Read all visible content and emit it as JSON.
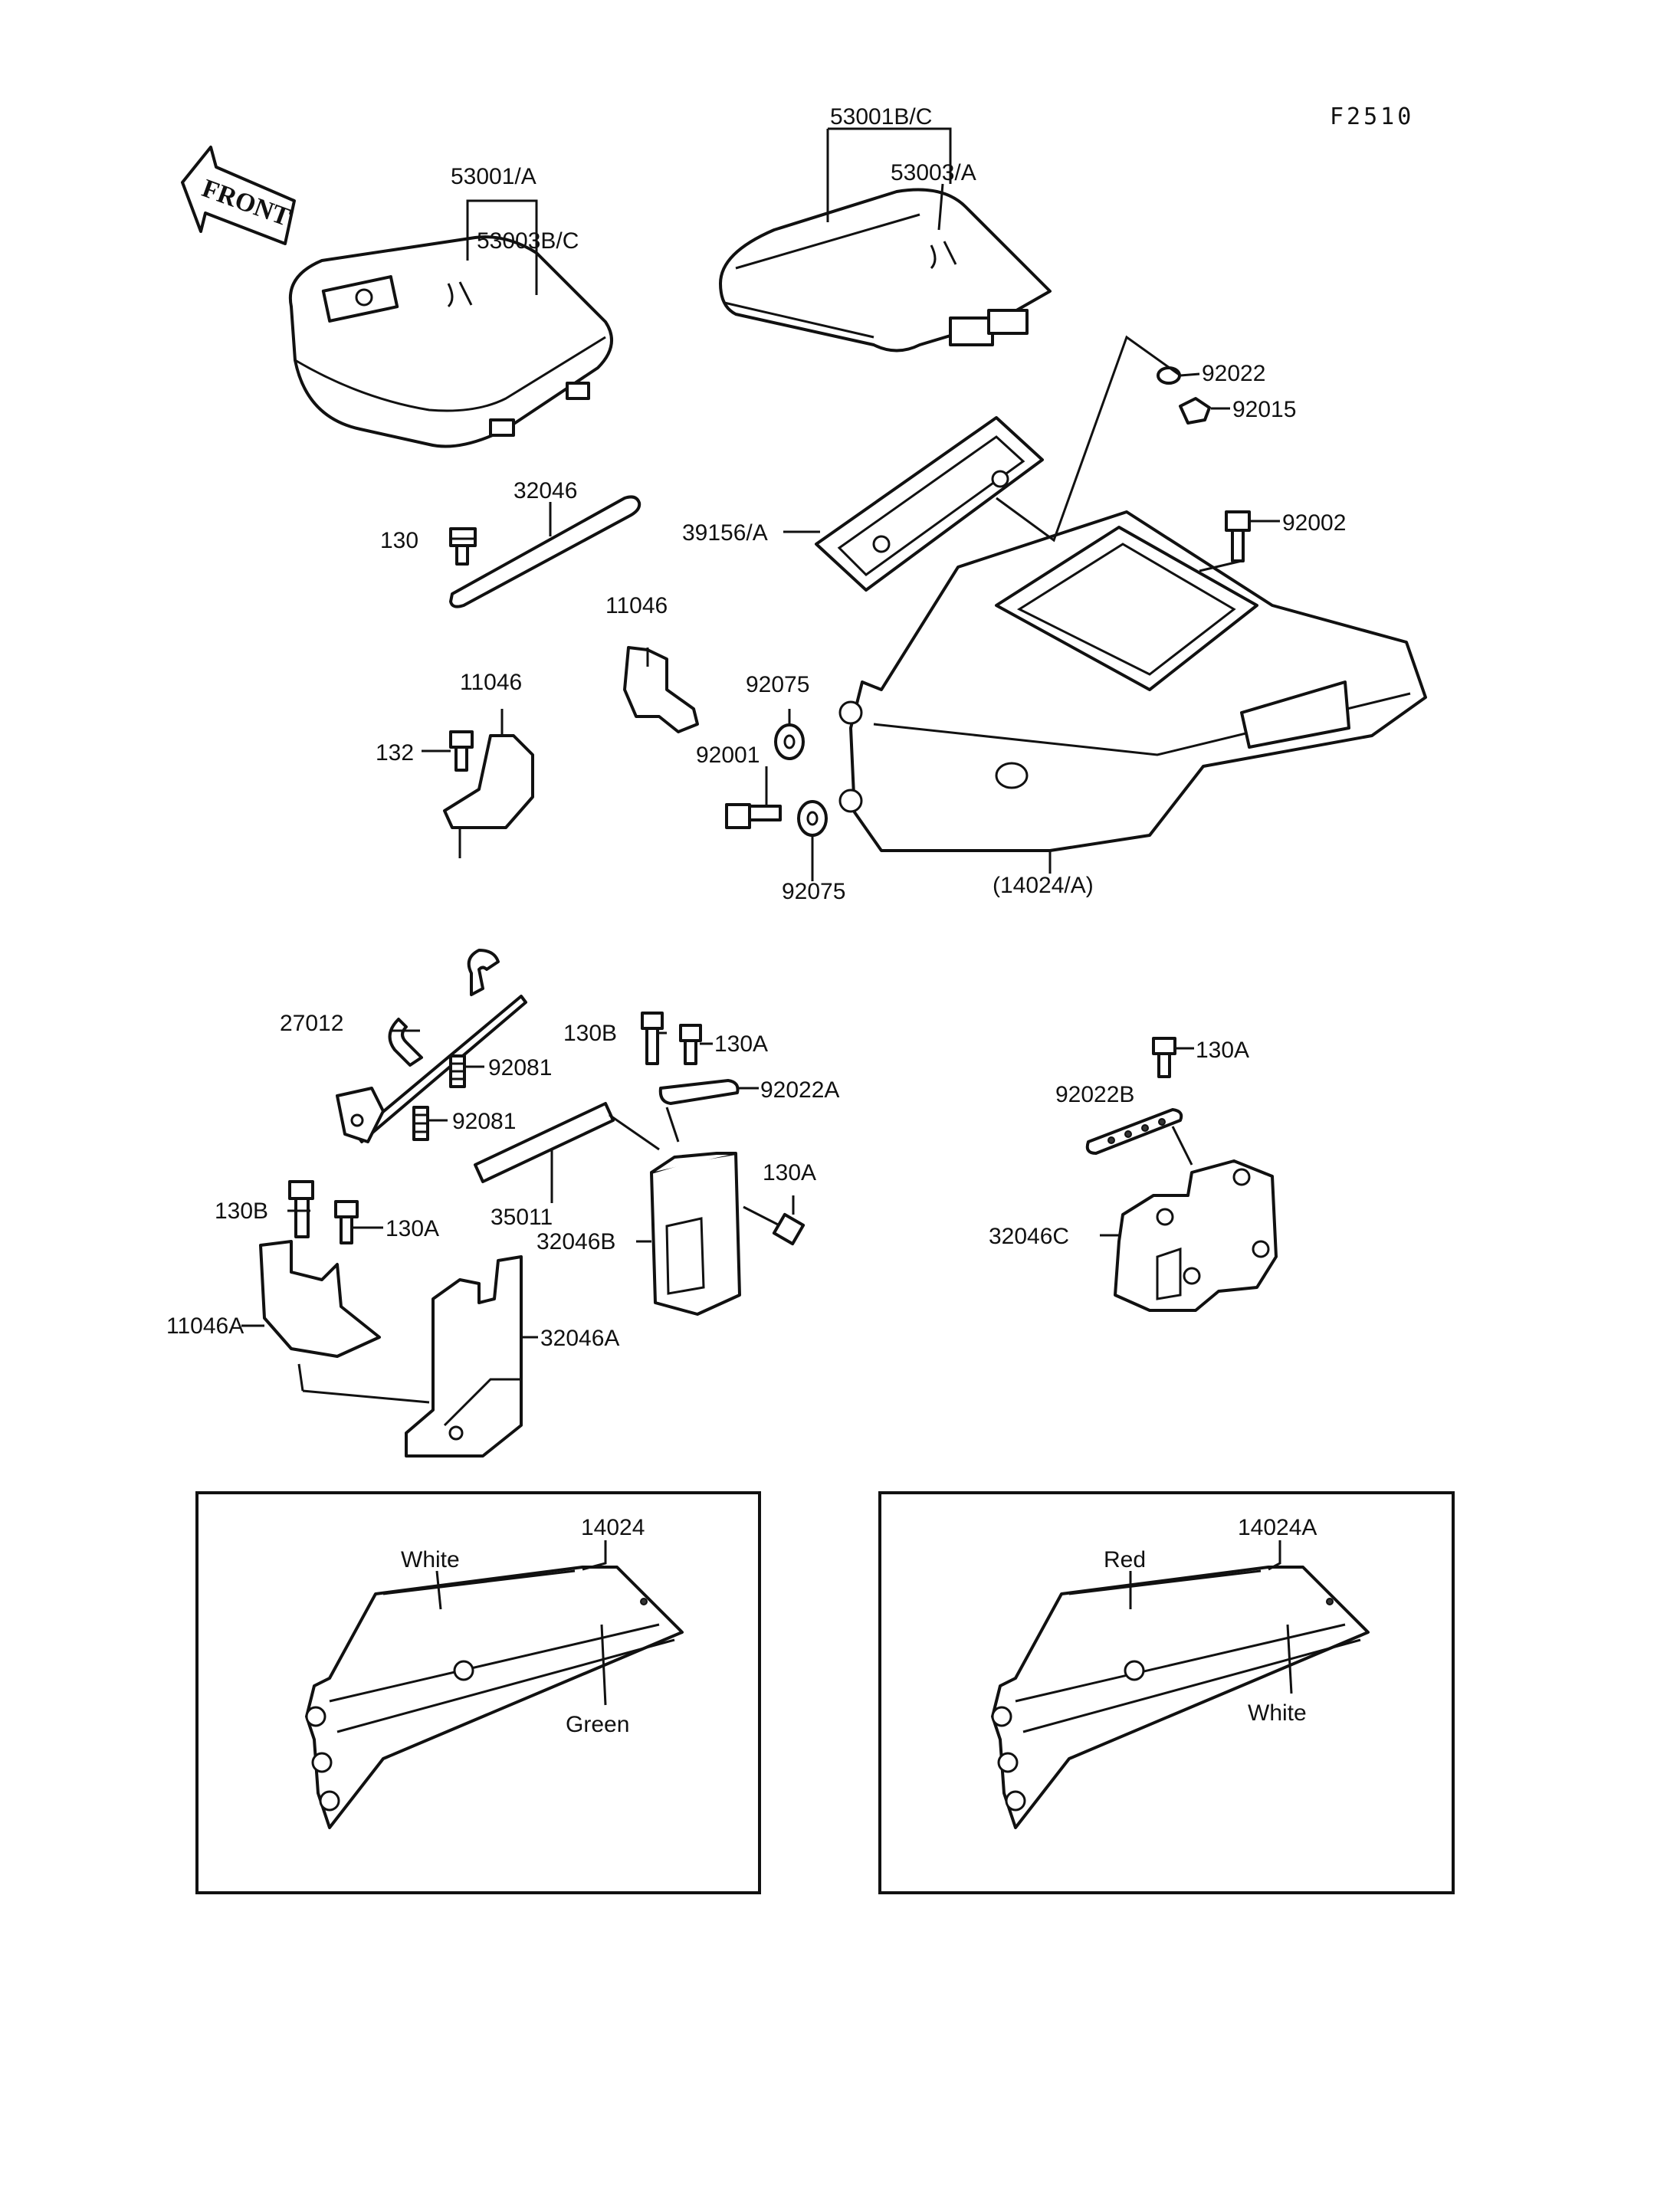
{
  "diagram": {
    "code": "F2510",
    "front_label": "FRONT",
    "parts": {
      "p53001_A": "53001/A",
      "p53003B_C": "53003B/C",
      "p53001B_C": "53001B/C",
      "p53003_A": "53003/A",
      "p92022": "92022",
      "p92015": "92015",
      "p92002": "92002",
      "p32046": "32046",
      "p130": "130",
      "p39156_A": "39156/A",
      "p11046_upper": "11046",
      "p11046_lower": "11046",
      "p132": "132",
      "p92075_top": "92075",
      "p92001": "92001",
      "p92075_bottom": "92075",
      "p14024_A_paren": "(14024/A)",
      "p27012": "27012",
      "p130B_mid": "130B",
      "p130A_mid": "130A",
      "p92081_top": "92081",
      "p92022A": "92022A",
      "p92081_bottom": "92081",
      "p130A_right_mid": "130A",
      "p35011": "35011",
      "p32046B": "32046B",
      "p130B_left": "130B",
      "p130A_left": "130A",
      "p11046A": "11046A",
      "p32046A": "32046A",
      "p130A_far": "130A",
      "p92022B": "92022B",
      "p32046C": "32046C"
    },
    "inset_left": {
      "part": "14024",
      "upper_color": "White",
      "stripe_color": "Green"
    },
    "inset_right": {
      "part": "14024A",
      "upper_color": "Red",
      "stripe_color": "White"
    }
  }
}
